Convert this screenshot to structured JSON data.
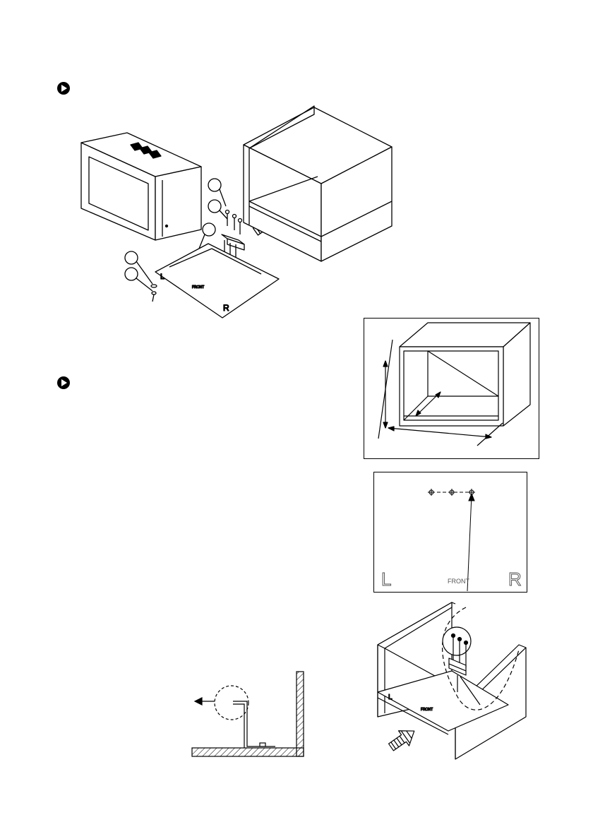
{
  "figures": {
    "exploded_view": {
      "panel_labels": {
        "front": "FRONT",
        "left": "L",
        "right": "R"
      }
    },
    "template_sheet": {
      "labels": {
        "front": "FRONT",
        "left": "L",
        "right": "R"
      }
    },
    "install_view": {
      "panel_labels": {
        "front": "FRONT",
        "left": "L"
      }
    }
  },
  "icons": {
    "section_bullet": "play-circle-icon",
    "insert_arrow": "hatched-arrow-icon"
  },
  "colors": {
    "ink": "#000000",
    "paper": "#ffffff"
  }
}
